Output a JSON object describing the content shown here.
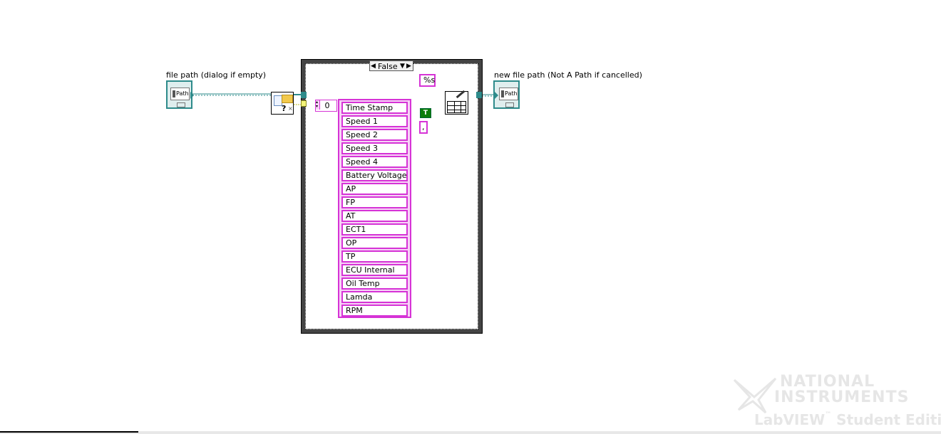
{
  "diagram": {
    "input_control_label": "file path (dialog if empty)",
    "output_indicator_label": "new file path (Not A Path if cancelled)",
    "path_glyph": "Path",
    "case_selector_value": "False",
    "format_string": "%s",
    "delimiter_value": ",",
    "index_value": "0",
    "bool_const_text": "T",
    "array_items": [
      "Time Stamp",
      "Speed 1",
      "Speed 2",
      "Speed 3",
      "Speed 4",
      "Battery Voltage",
      "AP",
      "FP",
      "AT",
      "ECT1",
      "OP",
      "TP",
      "ECU Internal",
      "Oil Temp",
      "Lamda",
      "RPM"
    ]
  },
  "watermark": {
    "line1": "NATIONAL",
    "line2": "INSTRUMENTS",
    "line3": "LabVIEW",
    "line3b": "Student Edition"
  },
  "colors": {
    "string_wire": "#d633d6",
    "path_wire": "#2e8b8b",
    "bool_const": "#0a7d0a"
  }
}
